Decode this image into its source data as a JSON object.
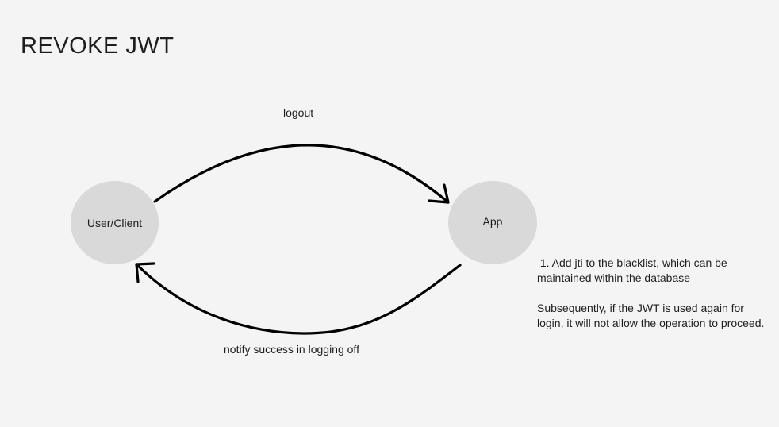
{
  "title": "REVOKE JWT",
  "nodes": {
    "user": "User/Client",
    "app": "App"
  },
  "edges": {
    "logout": "logout",
    "notify": "notify success in logging off"
  },
  "note": {
    "line1": " 1. Add jti to the blacklist, which can be maintained within the database",
    "line2": "Subsequently, if the JWT is used again for login, it will not allow the operation to proceed."
  },
  "colors": {
    "background": "#f4f4f4",
    "node_fill": "#d9d9d9",
    "stroke": "#000000"
  }
}
